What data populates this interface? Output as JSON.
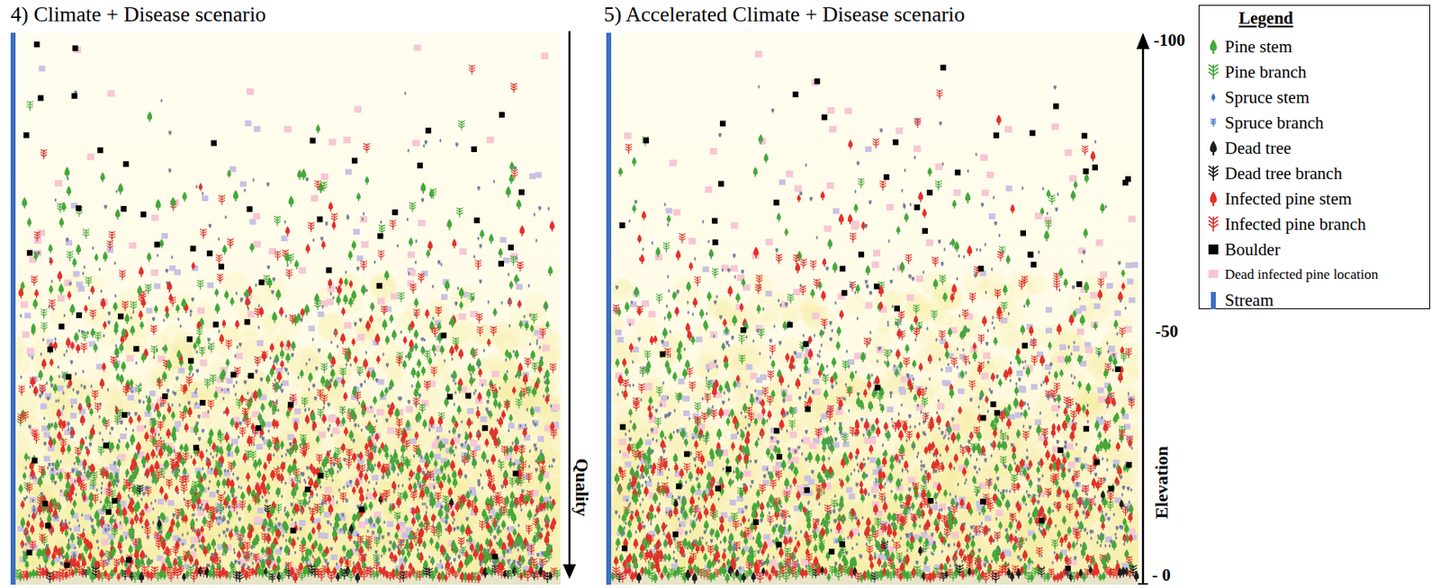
{
  "diagram": {
    "nodes": [
      {
        "text": [
          "4) Climate + Disease scenario"
        ]
      },
      {
        "text": [
          "5) Accelerated Climate + Disease scenario"
        ]
      }
    ],
    "edges": [],
    "labels": [
      "Quality",
      "Elevation",
      "-100",
      "-50",
      "- 0",
      "Legend"
    ],
    "legend": [
      {
        "text": "Pine stem"
      },
      {
        "text": "Pine branch"
      },
      {
        "text": "Spruce stem"
      },
      {
        "text": "Spruce branch"
      },
      {
        "text": "Dead tree"
      },
      {
        "text": "Dead tree branch"
      },
      {
        "text": "Infected pine stem"
      },
      {
        "text": "Infected pine branch"
      },
      {
        "text": "Boulder",
        "color": "#000000"
      },
      {
        "text": "Dead infected pine location",
        "color": "#f6c7d3"
      },
      {
        "text": "Stream",
        "color": "#3a6fc4"
      }
    ]
  }
}
